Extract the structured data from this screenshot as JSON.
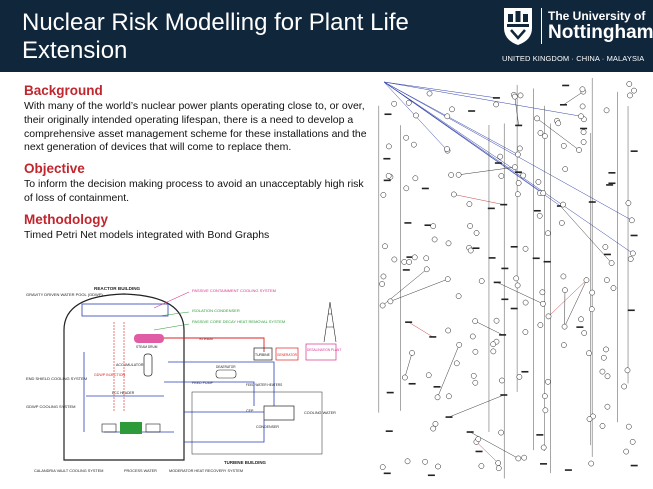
{
  "header": {
    "title": "Nuclear Risk Modelling for Plant Life Extension",
    "logo_line1": "The University of",
    "logo_line2": "Nottingham",
    "logo_campuses": "UNITED KINGDOM · CHINA · MALAYSIA",
    "background_color": "#10263b"
  },
  "sections": [
    {
      "heading": "Background",
      "body": "With many of the world’s nuclear power plants operating close to, or over, their originally intended operating lifespan, there is a need to develop a comprehensive asset management scheme for these installations and the next generation of devices that will come to replace them."
    },
    {
      "heading": "Objective",
      "body": "To inform the decision making process to avoid an unacceptably high risk of loss of containment."
    },
    {
      "heading": "Methodology",
      "body": "Timed Petri Net models integrated with Bond Graphs"
    }
  ],
  "reactor_diagram": {
    "labels": {
      "reactor_building": "REACTOR BUILDING",
      "gdwp": "GRAVITY DRIVEN WATER POOL (GDWP)",
      "passive_containment": "PASSIVE CONTAINMENT COOLING SYSTEM",
      "isolation_condenser": "ISOLATION CONDENSER",
      "passive_core_decay": "PASSIVE CORE DECAY HEAT REMOVAL SYSTEM",
      "steam_drum": "STEAM DRUM",
      "steam": "STEAM",
      "turbine": "TURBINE",
      "generator": "GENERATOR",
      "desalination": "DESALINATION PLANT",
      "accumulator": "ACCUMULATOR",
      "gdwp_injection": "GDWP INJECTION",
      "end_shield": "END SHIELD COOLING SYSTEM",
      "ecc_header": "ECC HEADER",
      "feed_pump": "FEED PUMP",
      "deaerator": "DEAERATOR",
      "feed_water_heaters": "FEED WATER HEATERS",
      "cep": "CEP",
      "condenser": "CONDENSER",
      "cooling_water": "COOLING WATER",
      "gdwp_cooling": "GDWP COOLING SYSTEM",
      "turbine_building": "TURBINE BUILDING",
      "calandria": "CALANDRIA VAULT COOLING SYSTEM",
      "process_water": "PROCESS WATER",
      "moderator": "MODERATOR HEAT RECOVERY SYSTEM"
    },
    "colors": {
      "pink": "#d8338f",
      "blue": "#2a3fb8",
      "green": "#2e9b3a",
      "red": "#d22",
      "black": "#222"
    }
  },
  "petri_net": {
    "colors": {
      "node": "#222",
      "blue_arcs": "#3344aa",
      "red_arcs": "#c03030"
    }
  }
}
